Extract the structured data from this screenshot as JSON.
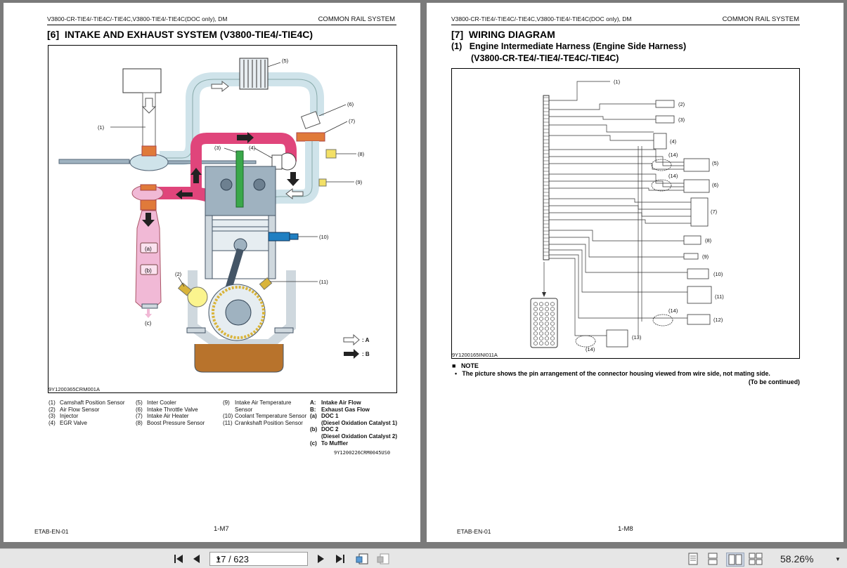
{
  "left_page": {
    "header_left": "V3800-CR-TIE4/-TIE4C/-TIE4C,V3800-TIE4/-TIE4C(DOC only), DM",
    "header_right": "COMMON RAIL SYSTEM",
    "section_number": "[6]",
    "section_title": "INTAKE AND EXHAUST SYSTEM (V3800-TIE4/-TIE4C)",
    "figure_id": "9Y1200365CRM001A",
    "callouts": [
      "(1)",
      "(2)",
      "(3)",
      "(4)",
      "(5)",
      "(6)",
      "(7)",
      "(8)",
      "(9)",
      "(10)",
      "(11)"
    ],
    "parts": [
      "(a)",
      "(b)",
      "(c)"
    ],
    "arrow_a": ": A",
    "arrow_b": ": B",
    "legend_col1": [
      {
        "n": "(1)",
        "t": "Camshaft Position Sensor"
      },
      {
        "n": "(2)",
        "t": "Air Flow Sensor"
      },
      {
        "n": "(3)",
        "t": "Injector"
      },
      {
        "n": "(4)",
        "t": "EGR Valve"
      }
    ],
    "legend_col2": [
      {
        "n": "(5)",
        "t": "Inter Cooler"
      },
      {
        "n": "(6)",
        "t": "Intake Throttle Valve"
      },
      {
        "n": "(7)",
        "t": "Intake Air Heater"
      },
      {
        "n": "(8)",
        "t": "Boost Pressure Sensor"
      }
    ],
    "legend_col3": [
      {
        "n": "(9)",
        "t": "Intake Air Temperature"
      },
      {
        "n": "",
        "t": "Sensor"
      },
      {
        "n": "(10)",
        "t": "Coolant Temperature Sensor"
      },
      {
        "n": "(11)",
        "t": "Crankshaft Position Sensor"
      }
    ],
    "legend_col4": [
      {
        "n": "A:",
        "t": "Intake Air Flow"
      },
      {
        "n": "B:",
        "t": "Exhaust Gas Flow"
      },
      {
        "n": "(a)",
        "t": "DOC 1"
      },
      {
        "n": "",
        "t": "(Diesel Oxidation Catalyst 1)"
      },
      {
        "n": "(b)",
        "t": "DOC 2"
      },
      {
        "n": "",
        "t": "(Diesel Oxidation Catalyst 2)"
      },
      {
        "n": "(c)",
        "t": "To Muffler"
      }
    ],
    "legend_id": "9Y1200226CRM0045US0",
    "footer_left": "ETAB-EN-01",
    "page_number": "1-M7"
  },
  "right_page": {
    "header_left": "V3800-CR-TIE4/-TIE4C/-TIE4C,V3800-TIE4/-TIE4C(DOC only), DM",
    "header_right": "COMMON RAIL SYSTEM",
    "section_number": "[7]",
    "section_title": "WIRING DIAGRAM",
    "sub_number": "(1)",
    "sub_title": "Engine Intermediate Harness (Engine Side Harness)",
    "sub_title2": "(V3800-CR-TE4/-TIE4/-TE4C/-TIE4C)",
    "figure_id": "9Y1200165INI011A",
    "callouts": [
      "(1)",
      "(2)",
      "(3)",
      "(4)",
      "(5)",
      "(6)",
      "(7)",
      "(8)",
      "(9)",
      "(10)",
      "(11)",
      "(12)",
      "(13)",
      "(14)"
    ],
    "note_heading": "NOTE",
    "note_text": "The picture shows the pin arrangement of the connector housing viewed from wire side, not mating side.",
    "continued": "(To be continued)",
    "footer_left": "ETAB-EN-01",
    "page_number": "1-M8"
  },
  "toolbar": {
    "page_field": "17 / 623",
    "zoom": "58.26%",
    "icons": [
      "first-page-icon",
      "prev-page-icon",
      "next-page-icon",
      "last-page-icon",
      "previous-view-icon",
      "next-view-icon",
      "single-page-icon",
      "continuous-icon",
      "facing-icon",
      "continuous-facing-icon",
      "zoom-dropdown-icon"
    ]
  },
  "colors": {
    "intake_air": "#cfe3ea",
    "exhaust": "#e0457b",
    "orange": "#e07a3a",
    "engine": "#9fb2c0",
    "catalyst": "#f1b9d6",
    "oil": "#b8732c",
    "injector": "#3aa84a",
    "viewer_bg": "#7a7a7a"
  }
}
